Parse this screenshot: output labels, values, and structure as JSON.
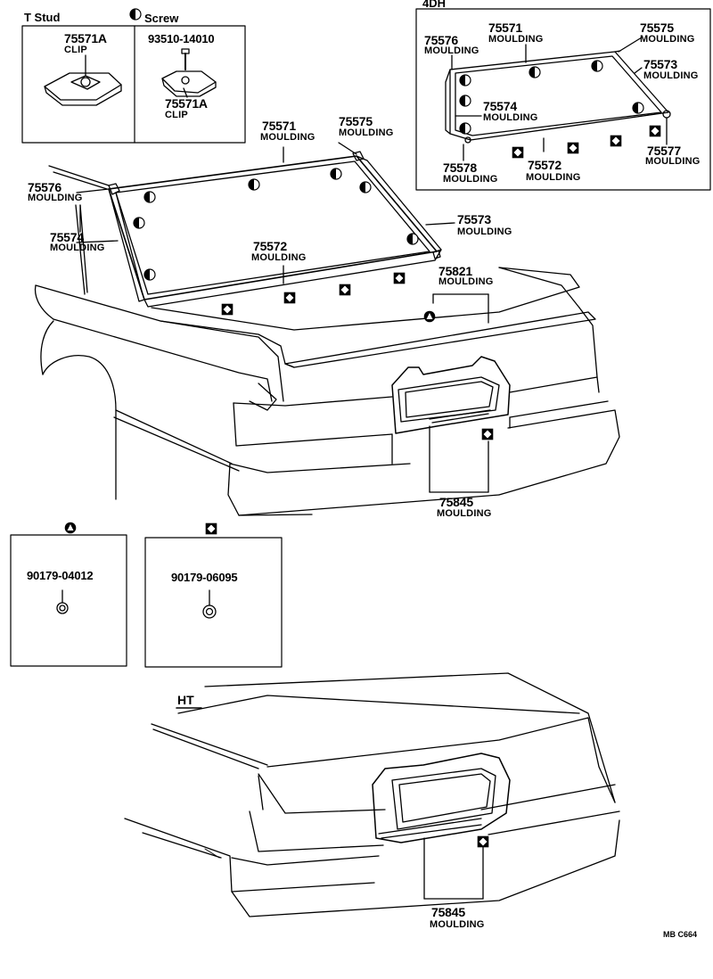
{
  "inset_tstud": {
    "title": "T Stud",
    "part": "75571A",
    "name": "CLIP"
  },
  "inset_screw": {
    "title": "Screw",
    "screw_part": "93510-14010",
    "part": "75571A",
    "name": "CLIP"
  },
  "inset_4dh": {
    "title": "4DH",
    "labels": [
      {
        "num": "75576",
        "name": "MOULDING"
      },
      {
        "num": "75571",
        "name": "MOULDING"
      },
      {
        "num": "75575",
        "name": "MOULDING"
      },
      {
        "num": "75573",
        "name": "MOULDING"
      },
      {
        "num": "75574",
        "name": "MOULDING"
      },
      {
        "num": "75578",
        "name": "MOULDING"
      },
      {
        "num": "75572",
        "name": "MOULDING"
      },
      {
        "num": "75577",
        "name": "MOULDING"
      }
    ]
  },
  "main": {
    "labels": [
      {
        "num": "75571",
        "name": "MOULDING"
      },
      {
        "num": "75575",
        "name": "MOULDING"
      },
      {
        "num": "75576",
        "name": "MOULDING"
      },
      {
        "num": "75574",
        "name": "MOULDING"
      },
      {
        "num": "75573",
        "name": "MOULDING"
      },
      {
        "num": "75572",
        "name": "MOULDING"
      },
      {
        "num": "75821",
        "name": "MOULDING"
      },
      {
        "num": "75845",
        "name": "MOULDING"
      }
    ]
  },
  "fasteners": [
    {
      "symbol": "triangle",
      "part": "90179-04012"
    },
    {
      "symbol": "diamond",
      "part": "90179-06095"
    }
  ],
  "ht": {
    "title": "HT",
    "num": "75845",
    "name": "MOULDING"
  },
  "footer": {
    "code": "MB C664"
  },
  "symbols": {
    "half_circle": "half-circle-icon",
    "diamond": "diamond-in-square-icon",
    "triangle": "triangle-in-circle-icon"
  }
}
